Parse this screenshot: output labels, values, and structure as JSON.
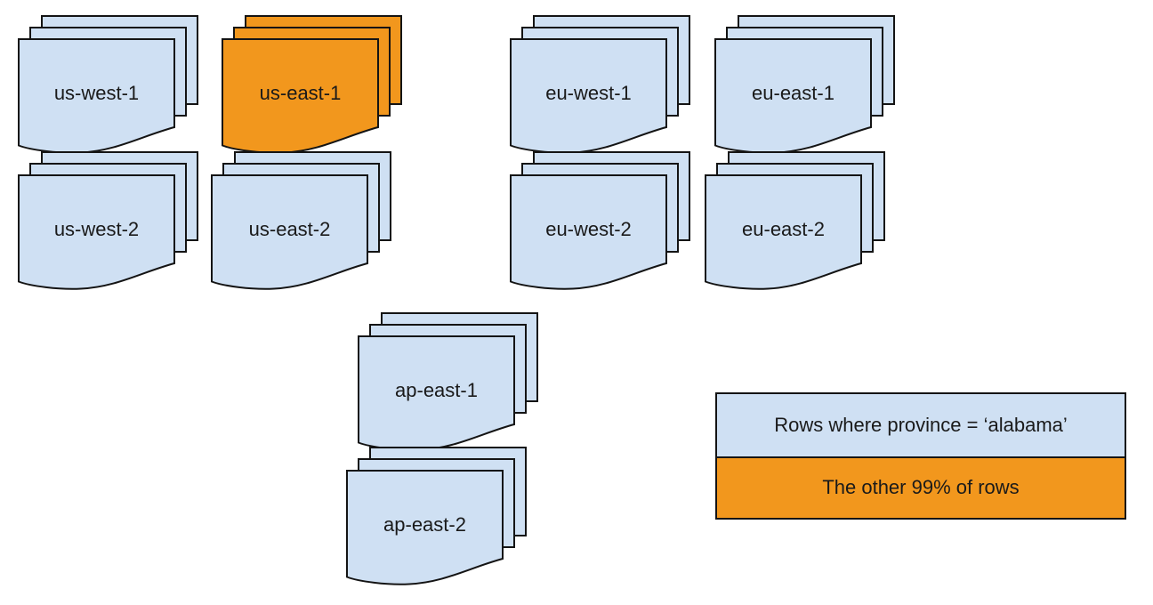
{
  "colors": {
    "light_blue": "#cfe0f3",
    "orange": "#f2971d",
    "outline": "#141414",
    "text": "#1a1a1a",
    "background": "#ffffff"
  },
  "stacks": [
    {
      "label": "us-west-1",
      "highlighted": false
    },
    {
      "label": "us-east-1",
      "highlighted": true
    },
    {
      "label": "eu-west-1",
      "highlighted": false
    },
    {
      "label": "eu-east-1",
      "highlighted": false
    },
    {
      "label": "us-west-2",
      "highlighted": false
    },
    {
      "label": "us-east-2",
      "highlighted": false
    },
    {
      "label": "eu-west-2",
      "highlighted": false
    },
    {
      "label": "eu-east-2",
      "highlighted": false
    },
    {
      "label": "ap-east-1",
      "highlighted": false
    },
    {
      "label": "ap-east-2",
      "highlighted": false
    }
  ],
  "legend": {
    "items": [
      {
        "label": "Rows where province = ‘alabama’",
        "color": "#cfe0f3"
      },
      {
        "label": "The other 99% of rows",
        "color": "#f2971d"
      }
    ]
  }
}
